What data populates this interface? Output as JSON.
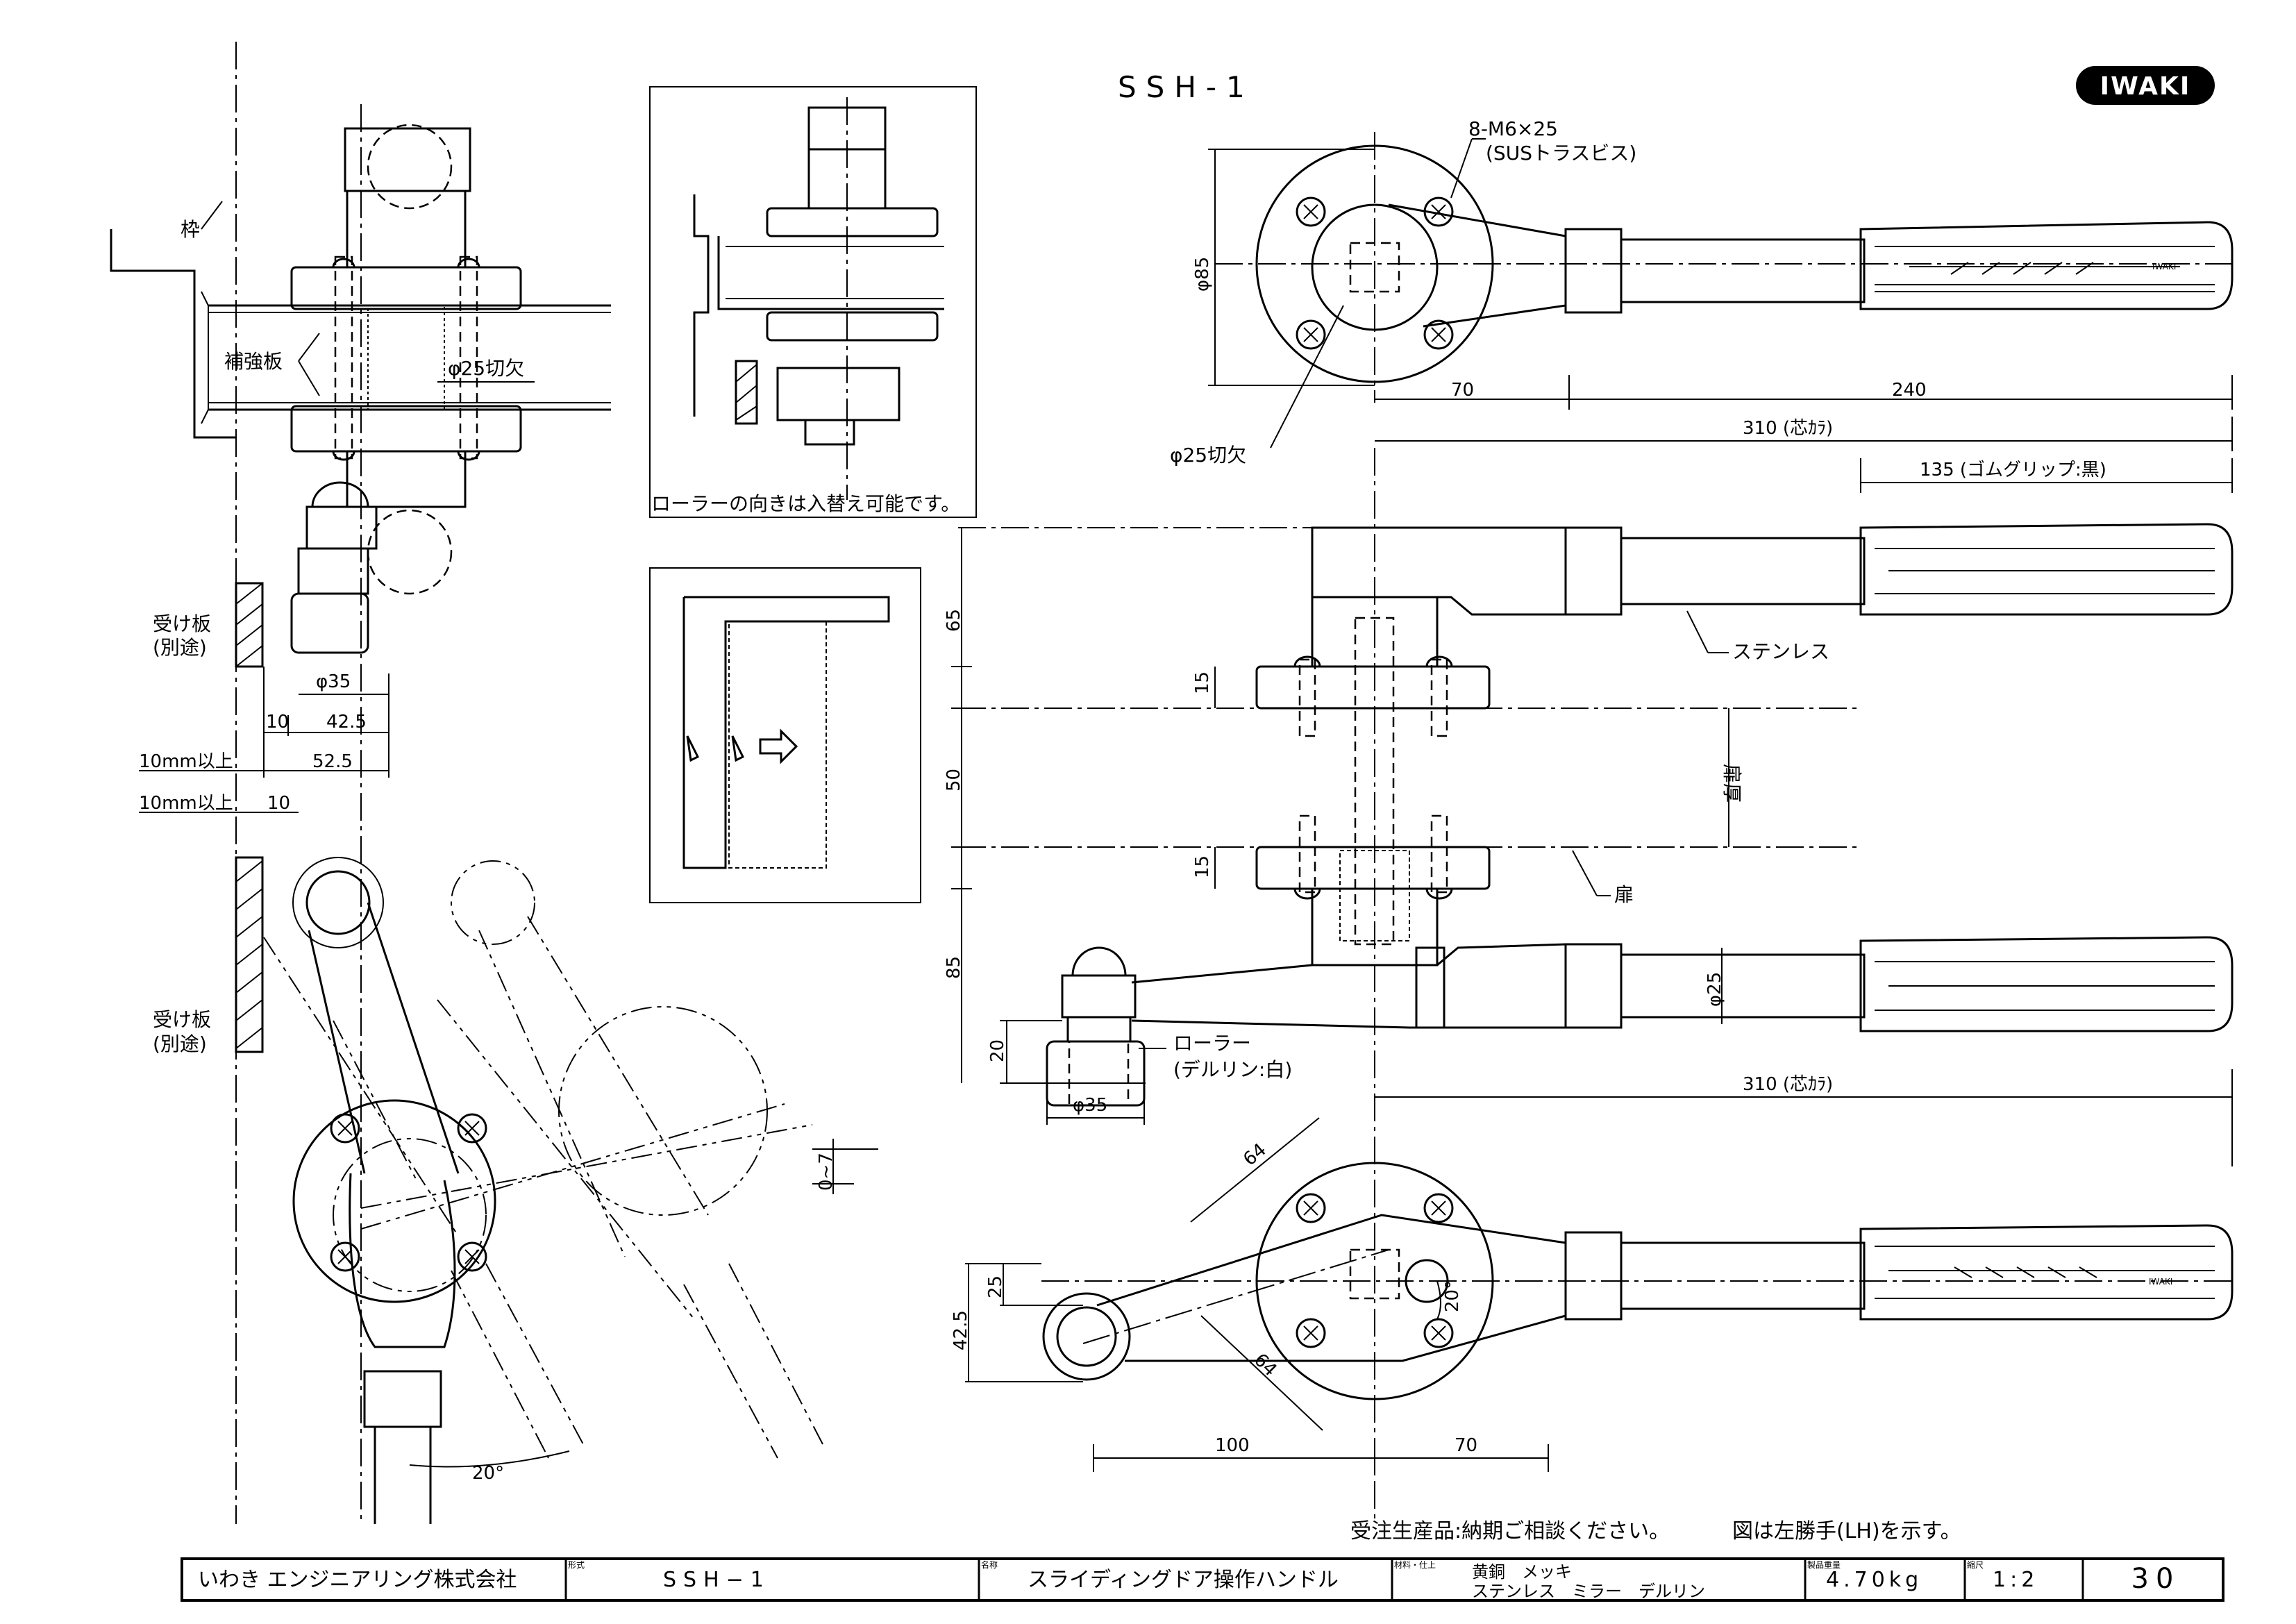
{
  "title": "SSH-1",
  "brand": "IWAKI",
  "left_view": {
    "frame_label": "枠",
    "reinforcement_label": "補強板",
    "cutout_label": "φ25切欠",
    "receiver1": [
      "受け板",
      "(別途)"
    ],
    "receiver2": [
      "受け板",
      "(別途)"
    ],
    "dim_phi35": "φ35",
    "dim_10": "10",
    "dim_42_5": "42.5",
    "dim_52_5": "52.5",
    "dim_min1": "10mm以上",
    "dim_min2": "10mm以上",
    "dim_10b": "10",
    "dim_gap": "0~7",
    "angle_20": "20°"
  },
  "detail": {
    "roller_note": "ローラーの向きは入替え可能です。"
  },
  "top_view": {
    "screw_spec": "8-M6×25",
    "screw_note": "(SUSトラスビス)",
    "dim_phi85": "φ85",
    "cutout": "φ25切欠",
    "dim_70": "70",
    "dim_240": "240",
    "dim_310": "310 (芯ｶﾗ)",
    "dim_135": "135 (ゴムグリップ:黒)",
    "grip_brand": "IWAKI"
  },
  "side_view": {
    "stainless": "ステンレス",
    "door": "扉",
    "door_thickness": "扉厚",
    "dim_65": "65",
    "dim_15a": "15",
    "dim_50": "50",
    "dim_15b": "15",
    "dim_85": "85",
    "dim_20": "20",
    "dim_phi35": "φ35",
    "dim_phi25": "φ25",
    "roller": "ローラー",
    "roller_mat": "(デルリン:白)",
    "dim_310": "310 (芯ｶﾗ)"
  },
  "bottom_view": {
    "dim_64a": "64",
    "dim_64b": "64",
    "angle_20": "20°",
    "dim_25": "25",
    "dim_42_5": "42.5",
    "dim_100": "100",
    "dim_70": "70",
    "grip_brand": "IWAKI"
  },
  "notes": {
    "order_note": "受注生産品:納期ご相談ください。",
    "hand_note": "図は左勝手(LH)を示す。"
  },
  "title_block": {
    "company": "いわき エンジニアリング株式会社",
    "model_label": "形式",
    "model": "SSH−1",
    "name_label": "名称",
    "name": "スライディングドア操作ハンドル",
    "material_label": "材料・仕上",
    "material_1": "黄銅　メッキ",
    "material_2": "ステンレス　ミラー　デルリン",
    "weight_label": "製品重量",
    "weight": "4.70kg",
    "scale_label": "縮尺",
    "scale": "1:2",
    "page": "30"
  }
}
